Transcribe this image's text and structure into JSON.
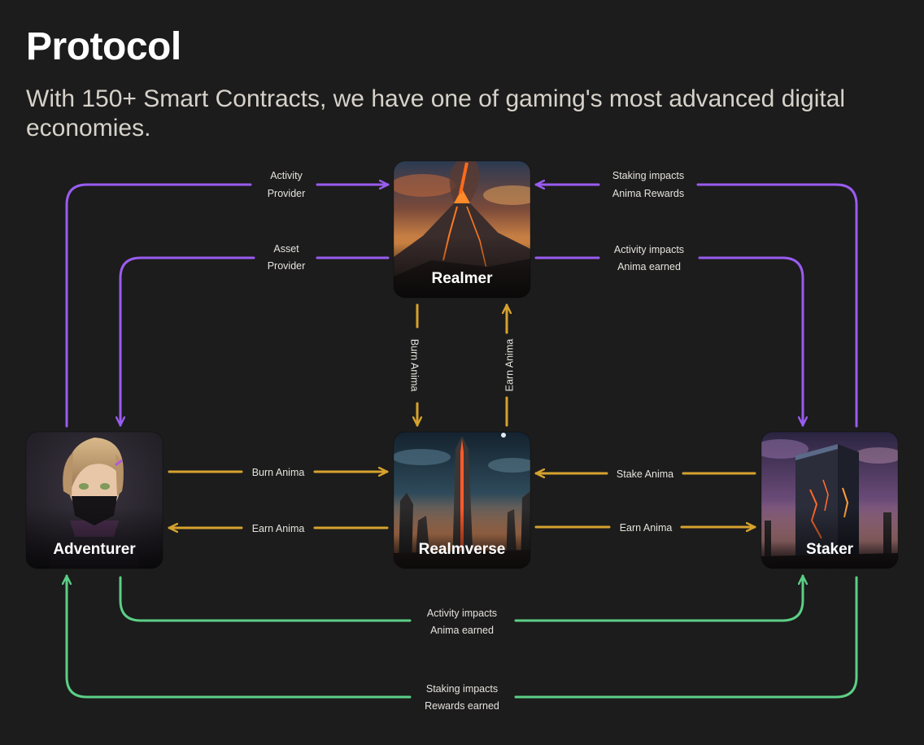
{
  "header": {
    "title": "Protocol",
    "subtitle": "With 150+ Smart Contracts, we have one of gaming's most advanced digital economies."
  },
  "nodes": {
    "realmer": "Realmer",
    "adventurer": "Adventurer",
    "realmverse": "Realmverse",
    "staker": "Staker"
  },
  "edges": {
    "activity_provider": [
      "Activity",
      "Provider"
    ],
    "asset_provider": [
      "Asset",
      "Provider"
    ],
    "staking_anima_rewards": [
      "Staking impacts",
      "Anima Rewards"
    ],
    "activity_anima_earned_top": [
      "Activity impacts",
      "Anima earned"
    ],
    "burn_anima_vertical": "Burn Anima",
    "earn_anima_vertical": "Earn Anima",
    "adv_burn_anima": "Burn Anima",
    "adv_earn_anima": "Earn Anima",
    "stake_anima": "Stake Anima",
    "staker_earn_anima": "Earn Anima",
    "activity_anima_earned_bottom": [
      "Activity impacts",
      "Anima earned"
    ],
    "staking_rewards_earned": [
      "Staking impacts",
      "Rewards earned"
    ]
  },
  "colors": {
    "background": "#1c1c1c",
    "purple": "#9a5cf0",
    "gold": "#d6a22e",
    "green": "#5ccf86",
    "label": "#e6e3de"
  },
  "icons": {
    "realmer": "volcano-image",
    "adventurer": "masked-warrior-image",
    "realmverse": "obelisk-tower-image",
    "staker": "monolith-image"
  }
}
